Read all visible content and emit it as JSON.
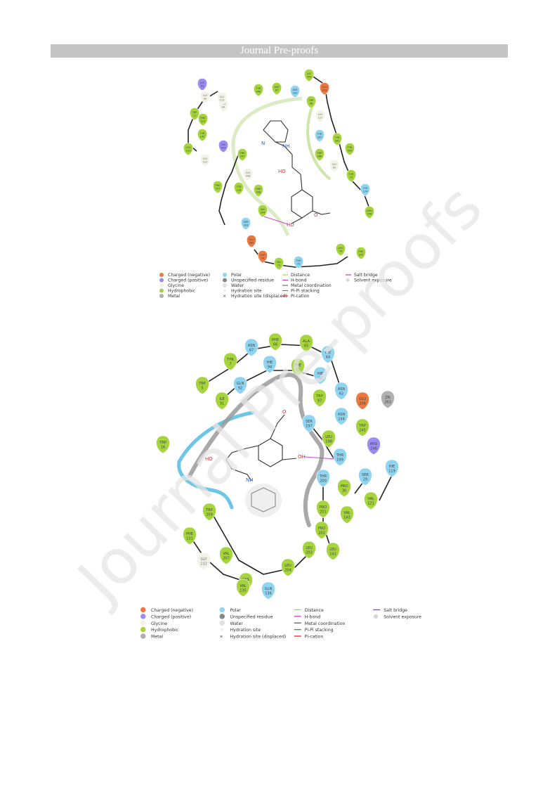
{
  "header": {
    "title": "Journal Pre-proofs"
  },
  "watermark": {
    "text": "Journal Pre-proofs"
  },
  "legend": {
    "col1": [
      "Charged (negative)",
      "Charged (positive)",
      "Glycine",
      "Hydrophobic",
      "Metal"
    ],
    "col2": [
      "Polar",
      "Unspecified residue",
      "Water",
      "Hydration site",
      "Hydration site (displaced)"
    ],
    "col3": [
      "Distance",
      "H-bond",
      "Metal coordination",
      "Pi-Pi stacking",
      "Pi-cation"
    ],
    "col4": [
      "Salt bridge",
      "Solvent exposure"
    ]
  },
  "colors": {
    "charged_negative": "#e87a42",
    "charged_positive": "#9a8cf0",
    "glycine": "#f2f2e6",
    "hydrophobic": "#a6d43c",
    "metal": "#b0b0b0",
    "polar": "#8fd4f0",
    "unspecified": "#888888",
    "water": "#e0e0e0",
    "hbond": "#d040d0"
  },
  "diagram1": {
    "ligand_labels": {
      "N": "N",
      "NH": "NH",
      "OH1": "HO",
      "OH2": "HO",
      "O": "O"
    },
    "residues": [
      {
        "label": "LYS 81",
        "cls": "charged_positive"
      },
      {
        "label": "GLY 80",
        "cls": "glycine"
      },
      {
        "label": "GLY 84",
        "cls": "glycine"
      },
      {
        "label": "TRP 11",
        "cls": "hydrophobic"
      },
      {
        "label": "PHE 121",
        "cls": "hydrophobic"
      },
      {
        "label": "TYR 195",
        "cls": "hydrophobic"
      },
      {
        "label": "LEU 123",
        "cls": "hydrophobic"
      },
      {
        "label": "GLY 122",
        "cls": "glycine"
      },
      {
        "label": "GLY 119",
        "cls": "glycine"
      },
      {
        "label": "TYR 446",
        "cls": "hydrophobic"
      },
      {
        "label": "ASP 87",
        "cls": "hydrophobic"
      },
      {
        "label": "SER 200",
        "cls": "polar"
      },
      {
        "label": "ILE 399",
        "cls": "hydrophobic"
      },
      {
        "label": "GLU 203",
        "cls": "charged_negative"
      },
      {
        "label": "TRP 86",
        "cls": "hydrophobic"
      },
      {
        "label": "GLY 121",
        "cls": "glycine"
      },
      {
        "label": "TYR 337",
        "cls": "polar"
      },
      {
        "label": "TYR 341",
        "cls": "hydrophobic"
      },
      {
        "label": "TYR 449",
        "cls": "hydrophobic"
      },
      {
        "label": "GLY 82",
        "cls": "glycine"
      },
      {
        "label": "TYR 72",
        "cls": "hydrophobic"
      },
      {
        "label": "TYR 124",
        "cls": "polar"
      },
      {
        "label": "TRP 286",
        "cls": "hydrophobic"
      },
      {
        "label": "PHE 297",
        "cls": "hydrophobic"
      },
      {
        "label": "HIS 447",
        "cls": "charged_positive"
      },
      {
        "label": "GLY 448",
        "cls": "glycine"
      },
      {
        "label": "TYR 133",
        "cls": "hydrophobic"
      },
      {
        "label": "PHE 338",
        "cls": "hydrophobic"
      },
      {
        "label": "VAL 294",
        "cls": "hydrophobic"
      },
      {
        "label": "SER 293",
        "cls": "polar"
      },
      {
        "label": "GLU 285",
        "cls": "charged_negative"
      },
      {
        "label": "ASP 74",
        "cls": "charged_negative"
      },
      {
        "label": "VAL 73",
        "cls": "hydrophobic"
      },
      {
        "label": "THR 75",
        "cls": "polar"
      },
      {
        "label": "LEU 76",
        "cls": "hydrophobic"
      },
      {
        "label": "PHE 295",
        "cls": "hydrophobic"
      },
      {
        "label": "ARG 296",
        "cls": "hydrophobic"
      },
      {
        "label": "PHE 297",
        "cls": "hydrophobic"
      }
    ]
  },
  "diagram2": {
    "ligand_labels": {
      "O": "O",
      "OH1": "HO",
      "OH2": "OH",
      "NH": "NH"
    },
    "residues": [
      {
        "label": "ASN 67",
        "cls": "polar"
      },
      {
        "label": "PHE 66",
        "cls": "hydrophobic"
      },
      {
        "label": "ALA 65",
        "cls": "hydrophobic"
      },
      {
        "label": "HIE 64",
        "cls": "polar"
      },
      {
        "label": "TYR 7",
        "cls": "hydrophobic"
      },
      {
        "label": "HIE 94",
        "cls": "polar"
      },
      {
        "label": "PHE 95",
        "cls": "hydrophobic"
      },
      {
        "label": "HIE 96",
        "cls": "polar"
      },
      {
        "label": "GLN 92",
        "cls": "polar"
      },
      {
        "label": "TRP 5",
        "cls": "hydrophobic"
      },
      {
        "label": "ASN 62",
        "cls": "polar"
      },
      {
        "label": "GLU 106",
        "cls": "charged_negative"
      },
      {
        "label": "ZN 263",
        "cls": "metal"
      },
      {
        "label": "ILE 91",
        "cls": "hydrophobic"
      },
      {
        "label": "TRP 97",
        "cls": "hydrophobic"
      },
      {
        "label": "ASN 244",
        "cls": "polar"
      },
      {
        "label": "SER 197",
        "cls": "polar"
      },
      {
        "label": "TRP 245",
        "cls": "hydrophobic"
      },
      {
        "label": "LEU 198",
        "cls": "hydrophobic"
      },
      {
        "label": "TRP 16",
        "cls": "hydrophobic"
      },
      {
        "label": "ARG 246",
        "cls": "charged_positive"
      },
      {
        "label": "THR 199",
        "cls": "polar"
      },
      {
        "label": "HIE 119",
        "cls": "polar"
      },
      {
        "label": "THR 200",
        "cls": "polar"
      },
      {
        "label": "SER 29",
        "cls": "polar"
      },
      {
        "label": "PRO 30",
        "cls": "hydrophobic"
      },
      {
        "label": "VAL 121",
        "cls": "hydrophobic"
      },
      {
        "label": "PRO 201",
        "cls": "hydrophobic"
      },
      {
        "label": "VAL 143",
        "cls": "hydrophobic"
      },
      {
        "label": "TRP 209",
        "cls": "hydrophobic"
      },
      {
        "label": "PRO 202",
        "cls": "hydrophobic"
      },
      {
        "label": "PHE 131",
        "cls": "hydrophobic"
      },
      {
        "label": "LEU 141",
        "cls": "hydrophobic"
      },
      {
        "label": "GLY 132",
        "cls": "glycine"
      },
      {
        "label": "VAL 207",
        "cls": "hydrophobic"
      },
      {
        "label": "LEU 203",
        "cls": "hydrophobic"
      },
      {
        "label": "CYS 206",
        "cls": "hydrophobic"
      },
      {
        "label": "LEU 204",
        "cls": "hydrophobic"
      },
      {
        "label": "VAL 135",
        "cls": "hydrophobic"
      },
      {
        "label": "GLN 136",
        "cls": "polar"
      }
    ]
  }
}
